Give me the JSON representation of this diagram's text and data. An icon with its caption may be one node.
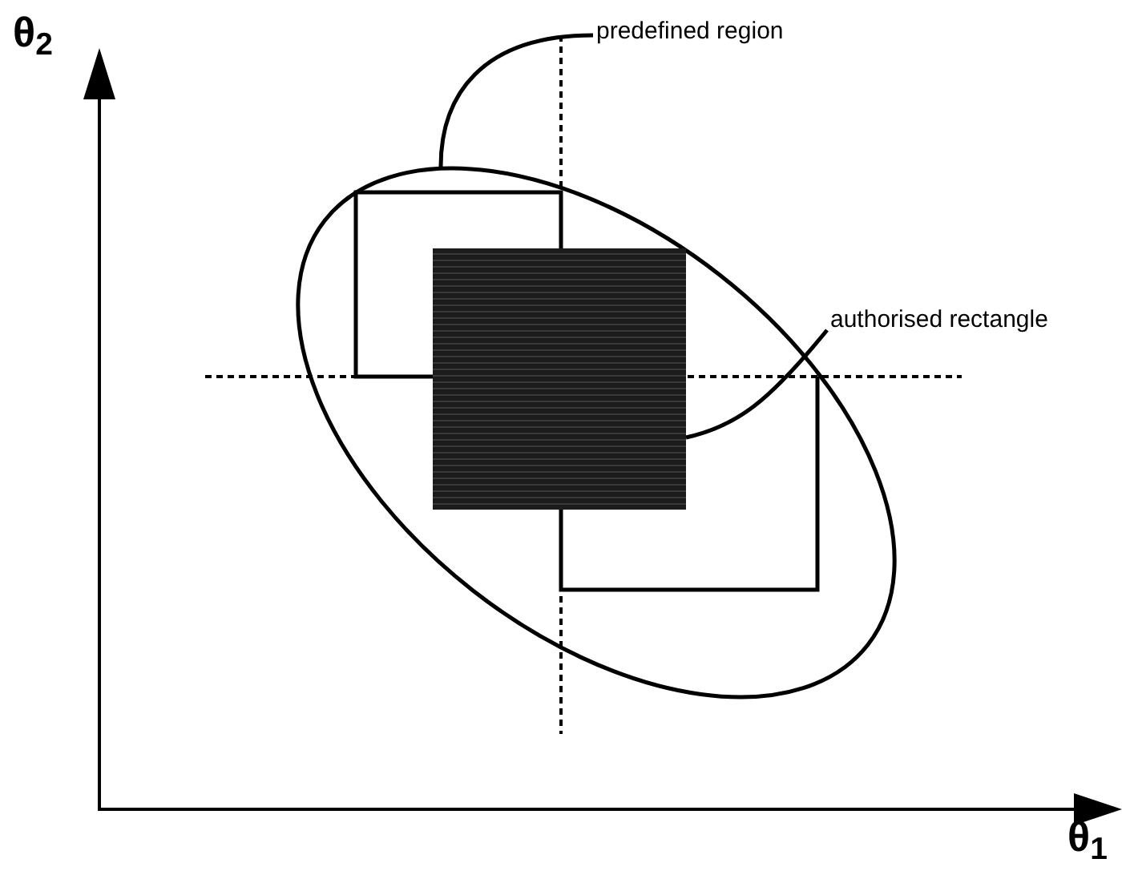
{
  "diagram": {
    "nodes": [
      {
        "text": [
          "predefined region"
        ]
      },
      {
        "text": [],
        "shape": "ellipse"
      },
      {
        "text": [
          "authorised rectangle"
        ]
      },
      {
        "text": [],
        "shape": "box",
        "in": 1
      }
    ],
    "edges": [
      {
        "from": 0,
        "to": 1,
        "arrow": "none"
      },
      {
        "from": 2,
        "to": 3,
        "arrow": "none"
      }
    ],
    "labels": [
      "θ$_{2}$",
      "θ$_{1}$"
    ]
  }
}
